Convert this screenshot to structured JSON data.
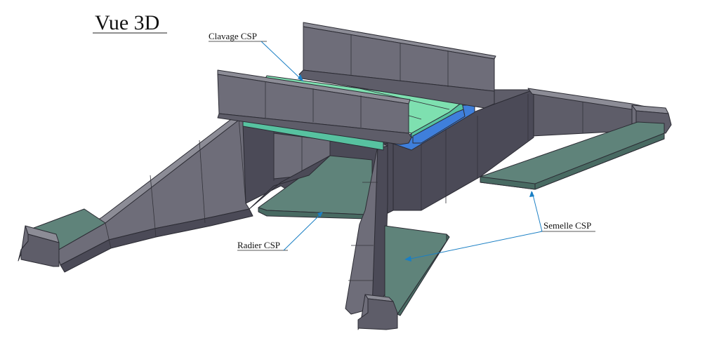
{
  "title": "Vue 3D",
  "labels": {
    "clavage": "Clavage CSP",
    "radier": "Radier CSP",
    "semelle": "Semelle CSP"
  },
  "colors": {
    "wall_top": "#8c8c96",
    "wall_face": "#6e6d79",
    "wall_side": "#5e5d69",
    "wall_dark": "#4b4a57",
    "slab": "#5f837a",
    "slab_edge": "#486a62",
    "clavage_light": "#7ee0b0",
    "clavage_mid": "#57c2a0",
    "deck_blue": "#3f7fdb",
    "leader": "#1a7fc4",
    "text": "#111111"
  }
}
